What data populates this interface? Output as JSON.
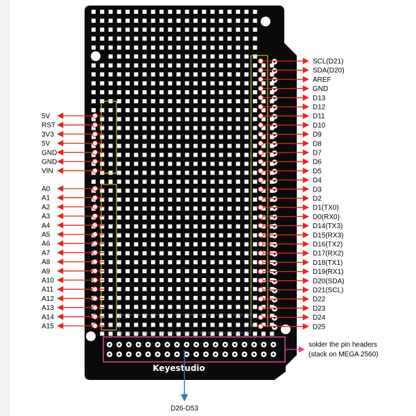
{
  "board": {
    "brand": "Keyestudio",
    "pcb_color": "#0a0a0a",
    "pad_color": "#f4f4f4",
    "silkscreen_color": "#e8d84a"
  },
  "left_labels": [
    "5V",
    "RST",
    "3V3",
    "5V",
    "GND",
    "GND",
    "VIN",
    "A0",
    "A1",
    "A2",
    "A3",
    "A4",
    "A5",
    "A6",
    "A7",
    "A8",
    "A9",
    "A10",
    "A11",
    "A12",
    "A13",
    "A14",
    "A15"
  ],
  "right_labels": [
    "SCL(D21)",
    "SDA(D20)",
    "AREF",
    "GND",
    "D13",
    "D12",
    "D11",
    "D10",
    "D9",
    "D8",
    "D7",
    "D6",
    "D5",
    "D4",
    "D3",
    "D2",
    "D1(TX0)",
    "D0(RX0)",
    "D14(TX3)",
    "D15(RX3)",
    "D16(TX2)",
    "D17(RX2)",
    "D18(TX1)",
    "D19(RX1)",
    "D20(SDA)",
    "D21(SCL)",
    "D22",
    "D23",
    "D24",
    "D25"
  ],
  "annotations": {
    "solder_line1": "solder the pin headers",
    "solder_line2": "(stack on MEGA 2560)",
    "bottom_label": "D26-D53"
  },
  "colors": {
    "arrow_red": "#e8241f",
    "arrow_magenta": "#e0449a",
    "arrow_blue": "#2a7cc0"
  }
}
